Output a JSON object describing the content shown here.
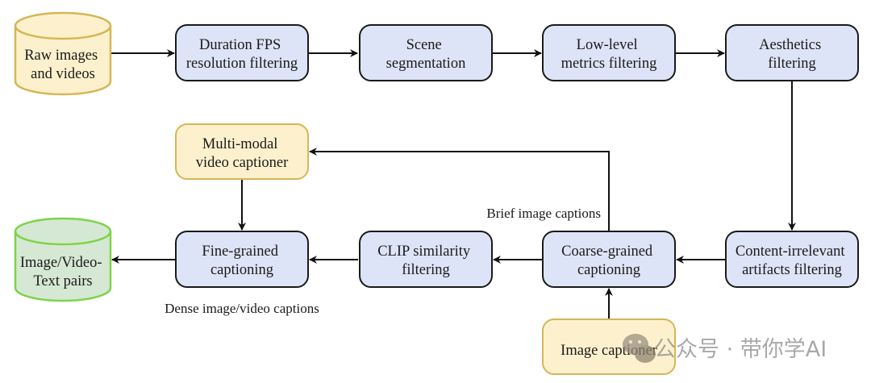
{
  "diagram": {
    "colors": {
      "process_fill": "#dee4f7",
      "process_stroke": "#1a1a1a",
      "input_fill": "#fdf1cd",
      "input_stroke": "#d6b656",
      "output_fill": "#d5e8d4",
      "output_stroke": "#7ed348",
      "edge": "#111111"
    },
    "nodes": {
      "raw": {
        "lines": [
          "Raw images",
          "and videos"
        ],
        "kind": "database-input"
      },
      "duration": {
        "lines": [
          "Duration FPS",
          "resolution filtering"
        ],
        "kind": "process"
      },
      "scene": {
        "lines": [
          "Scene",
          "segmentation"
        ],
        "kind": "process"
      },
      "lowlevel": {
        "lines": [
          "Low-level",
          "metrics filtering"
        ],
        "kind": "process"
      },
      "aesthetics": {
        "lines": [
          "Aesthetics",
          "filtering"
        ],
        "kind": "process"
      },
      "content": {
        "lines": [
          "Content-irrelevant",
          "artifacts filtering"
        ],
        "kind": "process"
      },
      "coarse": {
        "lines": [
          "Coarse-grained",
          "captioning"
        ],
        "kind": "process"
      },
      "clip": {
        "lines": [
          "CLIP similarity",
          "filtering"
        ],
        "kind": "process"
      },
      "fine": {
        "lines": [
          "Fine-grained",
          "captioning"
        ],
        "kind": "process"
      },
      "pairs": {
        "lines": [
          "Image/Video-",
          "Text pairs"
        ],
        "kind": "database-output"
      },
      "multimodal": {
        "lines": [
          "Multi-modal",
          "video captioner"
        ],
        "kind": "model"
      },
      "imagecap": {
        "lines": [
          "Image captioner"
        ],
        "kind": "model"
      }
    },
    "edges": [
      {
        "from": "raw",
        "to": "duration"
      },
      {
        "from": "duration",
        "to": "scene"
      },
      {
        "from": "scene",
        "to": "lowlevel"
      },
      {
        "from": "lowlevel",
        "to": "aesthetics"
      },
      {
        "from": "aesthetics",
        "to": "content"
      },
      {
        "from": "content",
        "to": "coarse"
      },
      {
        "from": "coarse",
        "to": "clip"
      },
      {
        "from": "clip",
        "to": "fine"
      },
      {
        "from": "fine",
        "to": "pairs"
      },
      {
        "from": "coarse",
        "to": "multimodal",
        "label": "Brief image captions"
      },
      {
        "from": "multimodal",
        "to": "fine"
      },
      {
        "from": "imagecap",
        "to": "coarse"
      }
    ],
    "labels": {
      "brief": "Brief image captions",
      "dense": "Dense image/video captions"
    },
    "watermark": "公众号 · 带你学AI"
  }
}
